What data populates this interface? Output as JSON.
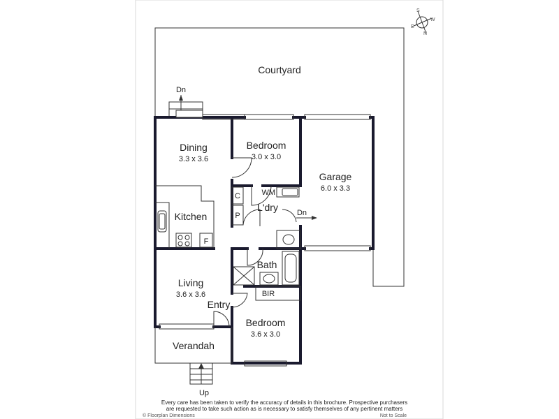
{
  "rooms": {
    "courtyard": "Courtyard",
    "dining": "Dining",
    "dining_dim": "3.3 x 3.6",
    "bedroom1": "Bedroom",
    "bedroom1_dim": "3.0 x 3.0",
    "garage": "Garage",
    "garage_dim": "6.0 x 3.3",
    "kitchen": "Kitchen",
    "laundry": "L'dry",
    "bath": "Bath",
    "bir": "BIR",
    "living": "Living",
    "living_dim": "3.6 x 3.6",
    "entry": "Entry",
    "bedroom2": "Bedroom",
    "bedroom2_dim": "3.6 x 3.0",
    "verandah": "Verandah"
  },
  "fixtures": {
    "cupboard_c": "C",
    "pantry_p": "P",
    "washing_machine": "WM",
    "fridge": "F"
  },
  "arrows": {
    "down_top": "Dn",
    "down_laundry": "Dn",
    "up": "Up"
  },
  "compass": {
    "n": "N",
    "s": "S",
    "e": "E",
    "w": "W",
    "icon": "compass-icon"
  },
  "footer": {
    "disclaimer_line1": "Every care has been taken to verify the accuracy of details in this brochure. Prospective purchasers",
    "disclaimer_line2": "are requested to take such action as is necessary to satisfy themselves of any pertinent matters",
    "brand": "© Floorplan Dimensions",
    "scale_note": "Not to Scale"
  }
}
